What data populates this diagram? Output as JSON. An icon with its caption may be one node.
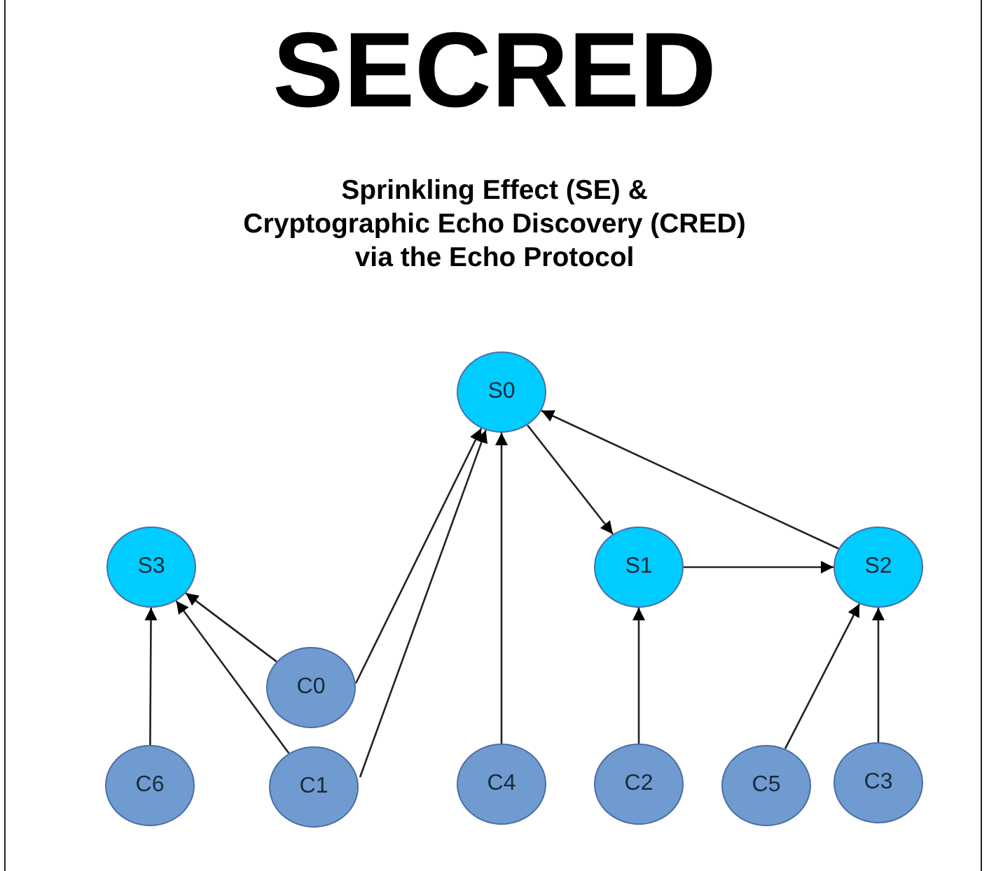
{
  "diagram": {
    "title": "SECRED",
    "nodes": [
      {
        "text": [
          "S0"
        ]
      },
      {
        "text": [
          "S3"
        ]
      },
      {
        "text": [
          "S1"
        ]
      },
      {
        "text": [
          "S2"
        ]
      },
      {
        "text": [
          "C0"
        ]
      },
      {
        "text": [
          "C6"
        ]
      },
      {
        "text": [
          "C1"
        ]
      },
      {
        "text": [
          "C4"
        ]
      },
      {
        "text": [
          "C2"
        ]
      },
      {
        "text": [
          "C5"
        ]
      },
      {
        "text": [
          "C3"
        ]
      }
    ],
    "edges": [
      {
        "from": 4,
        "to": 1,
        "arrow": "to"
      },
      {
        "from": 4,
        "to": 0,
        "arrow": "to"
      },
      {
        "from": 6,
        "to": 1,
        "arrow": "to"
      },
      {
        "from": 6,
        "to": 0,
        "arrow": "to"
      },
      {
        "from": 5,
        "to": 1,
        "arrow": "to"
      },
      {
        "from": 7,
        "to": 0,
        "arrow": "to"
      },
      {
        "from": 0,
        "to": 2,
        "arrow": "to"
      },
      {
        "from": 2,
        "to": 3,
        "arrow": "to"
      },
      {
        "from": 3,
        "to": 0,
        "arrow": "to"
      },
      {
        "from": 8,
        "to": 2,
        "arrow": "to"
      },
      {
        "from": 9,
        "to": 3,
        "arrow": "to"
      },
      {
        "from": 10,
        "to": 3,
        "arrow": "to"
      }
    ],
    "labels": [
      "Sprinkling Effect (SE) &",
      "Cryptographic Echo Discovery (CRED)",
      "via the Echo Protocol"
    ]
  }
}
